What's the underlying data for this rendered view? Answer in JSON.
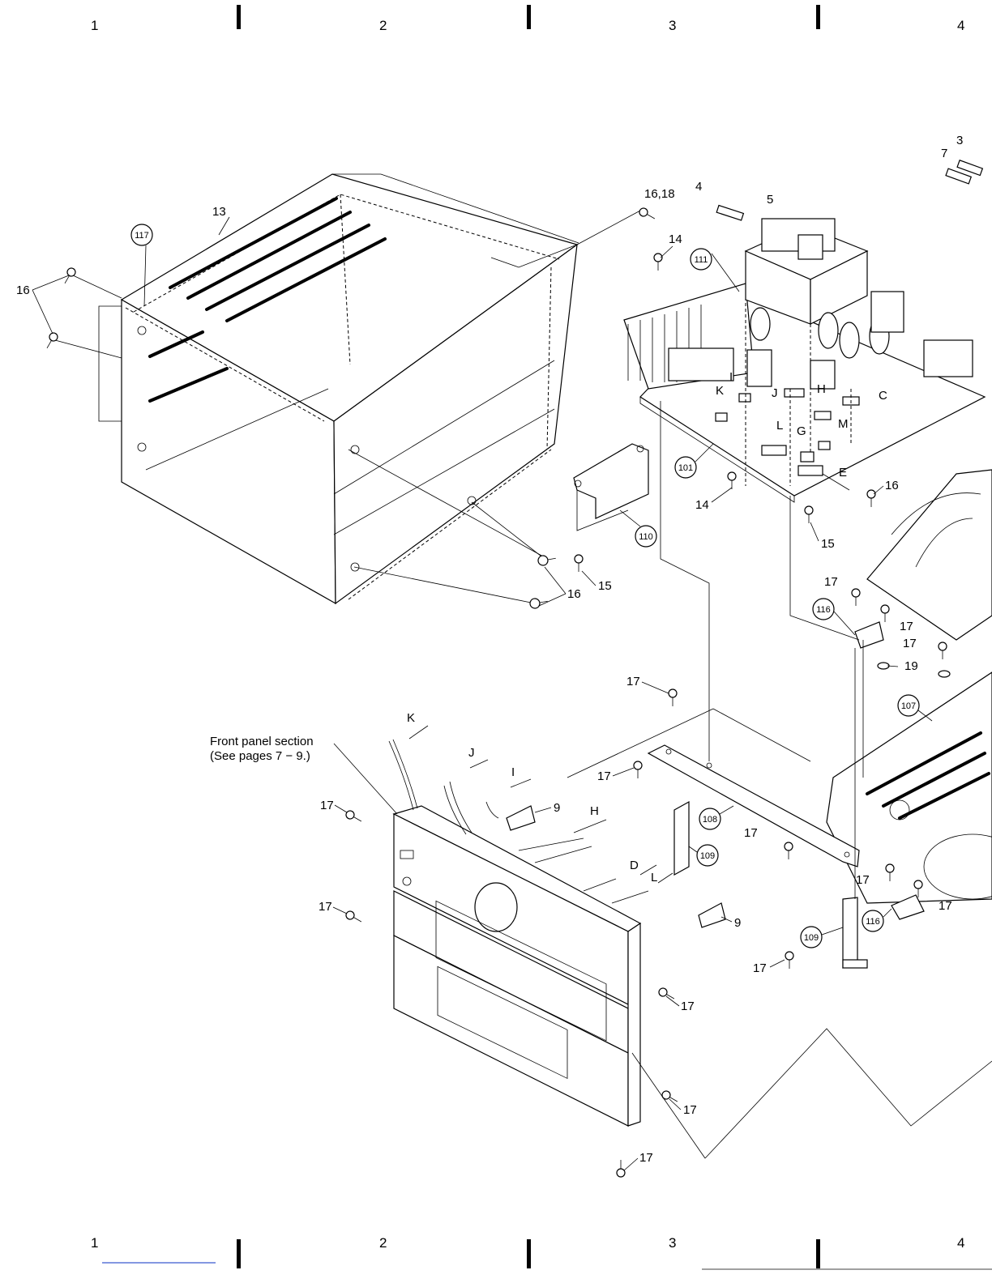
{
  "grid": {
    "top": [
      "1",
      "2",
      "3",
      "4"
    ],
    "bottom": [
      "1",
      "2",
      "3",
      "4"
    ]
  },
  "callouts": {
    "c3": "3",
    "c7": "7",
    "c4": "4",
    "c5": "5",
    "c16_18": "16,18",
    "c13": "13",
    "c14a": "14",
    "c14b": "14",
    "c16a": "16",
    "c16b": "16",
    "c16c": "16",
    "c15a": "15",
    "c15b": "15",
    "c9a": "9",
    "c9b": "9",
    "c19": "19",
    "c17a": "17",
    "c17b": "17",
    "c17c": "17",
    "c17d": "17",
    "c17e": "17",
    "c17f": "17",
    "c17g": "17",
    "c17h": "17",
    "c17i": "17",
    "c17j": "17",
    "c17k": "17",
    "c17l": "17",
    "c17m": "17",
    "c17n": "17"
  },
  "circled": {
    "r117": "117",
    "r111": "111",
    "r101": "101",
    "r110": "110",
    "r116a": "116",
    "r116b": "116",
    "r107": "107",
    "r108": "108",
    "r109a": "109",
    "r109b": "109"
  },
  "connector_letters": {
    "I": "I",
    "K": "K",
    "J": "J",
    "H": "H",
    "C": "C",
    "L": "L",
    "G": "G",
    "M": "M",
    "E": "E",
    "fK": "K",
    "fJ": "J",
    "fI": "I",
    "fH": "H",
    "fD": "D",
    "fL": "L"
  },
  "front_panel_note": {
    "line1": "Front panel section",
    "line2": "(See pages  7 − 9.)"
  },
  "icons": [
    "screw-icon",
    "washer-icon",
    "fuse-icon",
    "transformer-icon",
    "heatsink-icon"
  ]
}
